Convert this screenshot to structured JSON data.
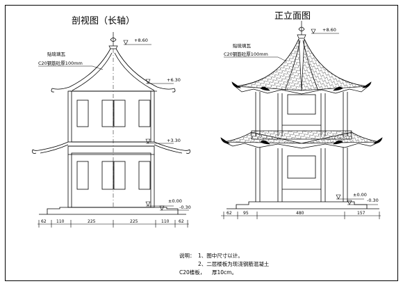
{
  "section": {
    "title": "剖视图（长轴）",
    "material_1": "贴琉璃瓦",
    "material_2": "C20钢筋砼厚100mm",
    "elevations": {
      "top": "+8.60",
      "eave_upper": "+6.30",
      "eave_lower": "+3.30",
      "ground": "±0.00",
      "base": "-0.30"
    },
    "dims": [
      "62",
      "110",
      "225",
      "225",
      "110",
      "62"
    ]
  },
  "front": {
    "title": "正立面图",
    "material_1": "贴琉璃瓦",
    "material_2": "C20钢筋砼厚100mm",
    "elevations": {
      "top": "+8.60",
      "ground": "±0.00",
      "base": "-0.30"
    },
    "dims": [
      "62",
      "95",
      "480",
      "157"
    ]
  },
  "notes": {
    "label": "说明：",
    "line1": "1、图中尺寸以计。",
    "line2": "2、二层楼板为现浇钢筋混凝土",
    "line3a": "C20楼板，",
    "line3b": "厚10cm。"
  }
}
